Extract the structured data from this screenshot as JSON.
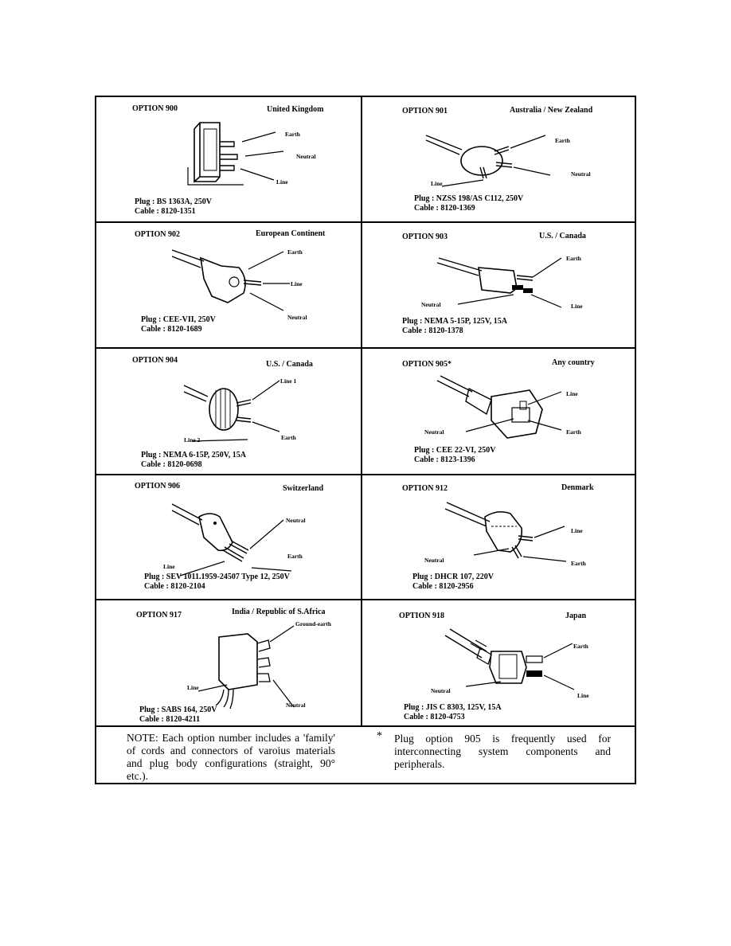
{
  "options": [
    {
      "option": "OPTION 900",
      "country": "United Kingdom",
      "plug": "Plug :  BS 1363A, 250V",
      "cable": "Cable :  8120-1351",
      "labels": [
        "Earth",
        "Neutral",
        "Line"
      ]
    },
    {
      "option": "OPTION  901",
      "country": "Australia / New Zealand",
      "plug": "Plug :  NZSS  198/AS  C112,  250V",
      "cable": "Cable  :   8120-1369",
      "labels": [
        "Earth",
        "Neutral",
        "Line"
      ]
    },
    {
      "option": "OPTION  902",
      "country": "European Continent",
      "plug": "Plug :  CEE-VII,  250V",
      "cable": "Cable :  8120-1689",
      "labels": [
        "Earth",
        "Line",
        "Neutral"
      ]
    },
    {
      "option": "OPTION  903",
      "country": "U.S. / Canada",
      "plug": "Plug :  NEMA  5-15P,  125V,  15A",
      "cable": "Cable  :   8120-1378",
      "labels": [
        "Earth",
        "Neutral",
        "Line"
      ]
    },
    {
      "option": "OPTION  904",
      "country": "U.S. / Canada",
      "plug": "Plug :   NEMA 6-15P,   250V,   15A",
      "cable": "Cable   :    8120-0698",
      "labels": [
        "Line 1",
        "Line 2",
        "Earth"
      ]
    },
    {
      "option": "OPTION  905*",
      "country": "Any country",
      "plug": "Plug :  CEE  22-VI,  250V",
      "cable": "Cable  :   8123-1396",
      "labels": [
        "Line",
        "Neutral",
        "Earth"
      ]
    },
    {
      "option": "OPTION  906",
      "country": "Switzerland",
      "plug": "Plug :  SEV 1011.1959-24507  Type 12, 250V",
      "cable": "Cable : 8120-2104",
      "labels": [
        "Neutral",
        "Line",
        "Earth"
      ]
    },
    {
      "option": "OPTION  912",
      "country": "Denmark",
      "plug": "Plug :  DHCR  107,  220V",
      "cable": "Cable  :   8120-2956",
      "labels": [
        "Line",
        "Neutral",
        "Earth"
      ]
    },
    {
      "option": "OPTION  917",
      "country": "India / Republic of S.Africa",
      "plug": "Plug :  SABS 164, 250V",
      "cable": "Cable :  8120-4211",
      "labels": [
        "Ground-earth",
        "Line",
        "Neutral"
      ]
    },
    {
      "option": "OPTION  918",
      "country": "Japan",
      "plug": "Plug :   JIS  C  8303,  125V,  15A",
      "cable": "Cable :   8120-4753",
      "labels": [
        "Earth",
        "Neutral",
        "Line"
      ]
    }
  ],
  "note_left": "NOTE: Each option number includes a 'family' of cords and connectors of varoius materials and plug body configurations (straight, 90° etc.).",
  "note_star": "*",
  "note_right": "Plug option 905 is frequently used for interconnecting system components and peripherals."
}
